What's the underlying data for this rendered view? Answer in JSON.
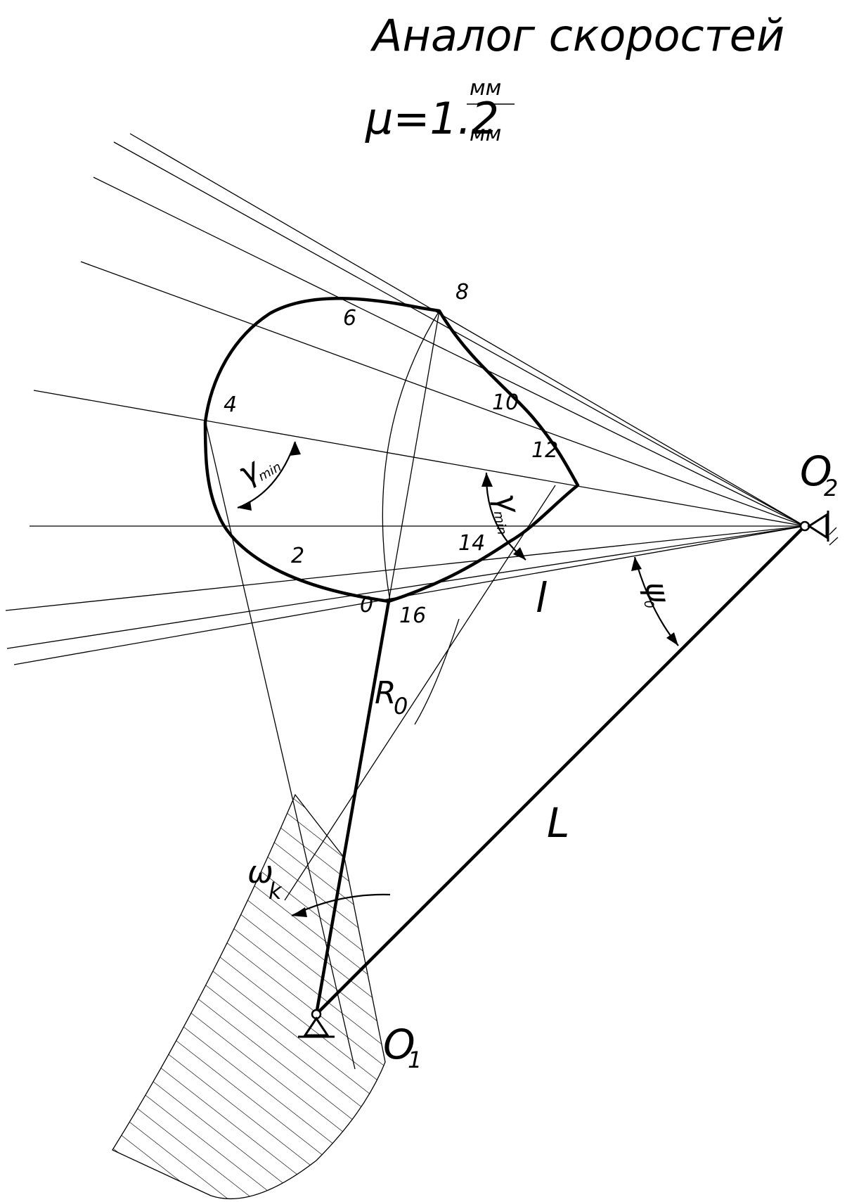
{
  "title": "Аналог скоростей",
  "scale": {
    "symbol": "μ=1.2",
    "numerator": "мм",
    "denominator": "мм"
  },
  "points": {
    "p0": "0",
    "p2": "2",
    "p4": "4",
    "p6": "6",
    "p8": "8",
    "p10": "10",
    "p12": "12",
    "p14": "14",
    "p16": "16"
  },
  "pivots": {
    "o1": {
      "letter": "O",
      "index": "1"
    },
    "o2": {
      "letter": "O",
      "index": "2"
    }
  },
  "links": {
    "r0": {
      "letter": "R",
      "index": "0"
    },
    "l_small": "l",
    "l_big": "L"
  },
  "angles": {
    "gamma_left": {
      "letter": "γ",
      "index": "min"
    },
    "gamma_right": {
      "letter": "γ",
      "index": "min"
    },
    "psi": {
      "letter": "ψ",
      "index": "0"
    },
    "omega": {
      "letter": "ω",
      "index": "k"
    }
  }
}
